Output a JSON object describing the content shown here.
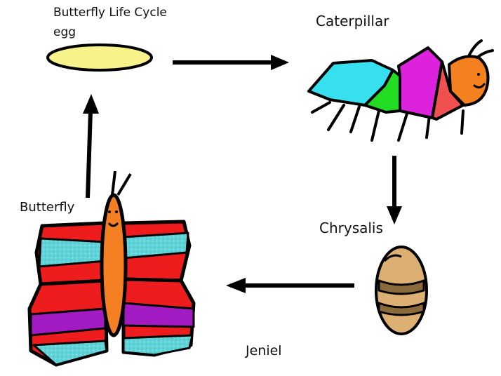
{
  "diagram": {
    "title": "Butterfly Life Cycle",
    "stages": {
      "egg": "egg",
      "caterpillar": "Caterpillar",
      "chrysalis": "Chrysalis",
      "butterfly": "Butterfly"
    },
    "author": "Jeniel"
  },
  "colors": {
    "egg": "#f7f28a",
    "caterpillar_cyan": "#36e0ee",
    "caterpillar_green": "#22dd22",
    "caterpillar_magenta": "#dd22dd",
    "caterpillar_red": "#f05050",
    "caterpillar_orange": "#f58020",
    "chrysalis_body": "#dcb072",
    "chrysalis_band": "#8a6a3a",
    "butterfly_red": "#ee1c1c",
    "butterfly_teal": "#5fd3d8",
    "butterfly_purple": "#a21ac2",
    "butterfly_body": "#f58024",
    "outline": "#000000"
  }
}
